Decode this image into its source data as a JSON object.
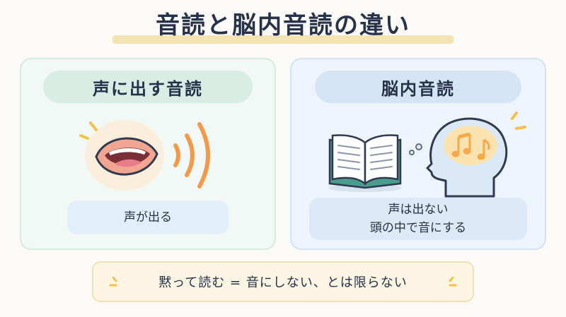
{
  "title": "音読と脳内音読の違い",
  "left_panel": {
    "heading": "声に出す音読",
    "caption": "声が出る",
    "icons": [
      "mouth-icon",
      "sound-wave-icon"
    ]
  },
  "right_panel": {
    "heading": "脳内音読",
    "caption_line1": "声は出ない",
    "caption_line2": "頭の中で音にする",
    "icons": [
      "open-book-icon",
      "head-icon",
      "music-note-icon"
    ]
  },
  "bottom_note": "黙って読む = 音にしない、とは限らない",
  "colors": {
    "accent_orange": "#f39a4a",
    "accent_yellow": "#f5c04a",
    "left_panel_bg": "#f1f8f5",
    "right_panel_bg": "#eef4fb",
    "title_underline": "#f6e3b4",
    "text": "#26324a"
  }
}
